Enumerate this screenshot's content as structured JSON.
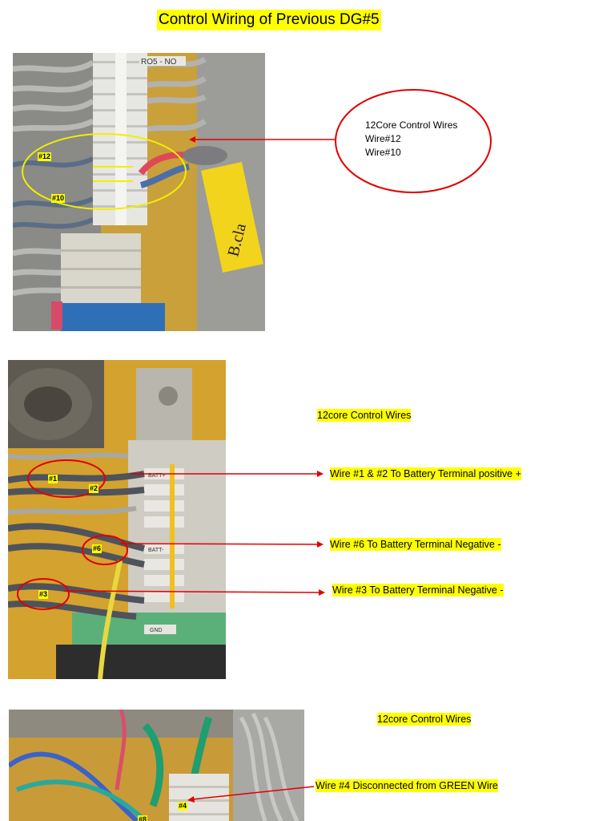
{
  "title": "Control Wiring of Previous DG#5",
  "section1": {
    "callout": [
      "12Core Control Wires",
      "Wire#12",
      "Wire#10"
    ],
    "tags": [
      "#12",
      "#10"
    ],
    "photo_labels": [
      "RO5 - NO",
      "B.cla"
    ]
  },
  "section2": {
    "heading": "12core Control Wires",
    "notes": [
      "Wire #1 & #2 To Battery Terminal positive +",
      "Wire #6 To Battery Terminal Negative -",
      "Wire #3 To Battery Terminal Negative -"
    ],
    "tags": [
      "#1",
      "#2",
      "#6",
      "#3"
    ],
    "photo_labels": [
      "BATT+",
      "BATT-",
      "GND"
    ]
  },
  "section3": {
    "heading": "12core Control Wires",
    "notes": [
      "Wire #4 Disconnected from GREEN Wire"
    ],
    "tags": [
      "#4",
      "#8"
    ]
  },
  "colors": {
    "highlight": "#ffff00",
    "annotation": "#e00000",
    "cabinet": "#d8a628"
  }
}
